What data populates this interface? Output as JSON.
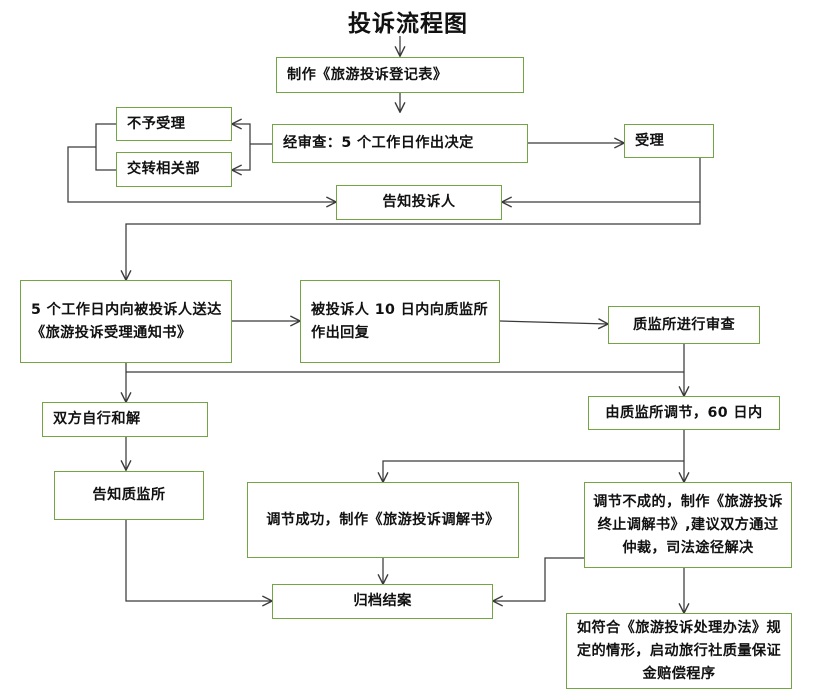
{
  "diagram": {
    "title": "投诉流程图",
    "type": "flowchart",
    "box_border_color": "#74a544",
    "line_color": "#3a3a3a",
    "background": "#ffffff",
    "nodes": [
      {
        "id": "n1",
        "label": "制作《旅游投诉登记表》"
      },
      {
        "id": "n2",
        "label": "经审查：5 个工作日作出决定"
      },
      {
        "id": "n3",
        "label": "不予受理"
      },
      {
        "id": "n4",
        "label": "交转相关部"
      },
      {
        "id": "n5",
        "label": "受理"
      },
      {
        "id": "n6",
        "label": "告知投诉人"
      },
      {
        "id": "n7",
        "label": "5 个工作日内向被投诉人送达《旅游投诉受理通知书》"
      },
      {
        "id": "n8",
        "label": "被投诉人 10 日内向质监所作出回复"
      },
      {
        "id": "n9",
        "label": "质监所进行审查"
      },
      {
        "id": "n10",
        "label": "双方自行和解"
      },
      {
        "id": "n11",
        "label": "告知质监所"
      },
      {
        "id": "n12",
        "label": "由质监所调节，60 日内"
      },
      {
        "id": "n13",
        "label": "调节成功，制作《旅游投诉调解书》"
      },
      {
        "id": "n14",
        "label": "调节不成的，制作《旅游投诉终止调解书》,建议双方通过仲裁，司法途径解决"
      },
      {
        "id": "n15",
        "label": "归档结案"
      },
      {
        "id": "n16",
        "label": "如符合《旅游投诉处理办法》规定的情形，启动旅行社质量保证金赔偿程序"
      }
    ],
    "edges": [
      {
        "from": "title",
        "to": "n1"
      },
      {
        "from": "n1",
        "to": "n2"
      },
      {
        "from": "n2",
        "to": "n3"
      },
      {
        "from": "n2",
        "to": "n4"
      },
      {
        "from": "n2",
        "to": "n5"
      },
      {
        "from": "n3",
        "to": "n6"
      },
      {
        "from": "n4",
        "to": "n6"
      },
      {
        "from": "n5",
        "to": "n6"
      },
      {
        "from": "n5",
        "to": "n7"
      },
      {
        "from": "n7",
        "to": "n8"
      },
      {
        "from": "n8",
        "to": "n9"
      },
      {
        "from": "n7",
        "to": "n10"
      },
      {
        "from": "n9",
        "to": "n12"
      },
      {
        "from": "n10",
        "to": "n11"
      },
      {
        "from": "n11",
        "to": "n15"
      },
      {
        "from": "n12",
        "to": "n13"
      },
      {
        "from": "n12",
        "to": "n14"
      },
      {
        "from": "n13",
        "to": "n15"
      },
      {
        "from": "n14",
        "to": "n15"
      },
      {
        "from": "n14",
        "to": "n16"
      }
    ]
  }
}
